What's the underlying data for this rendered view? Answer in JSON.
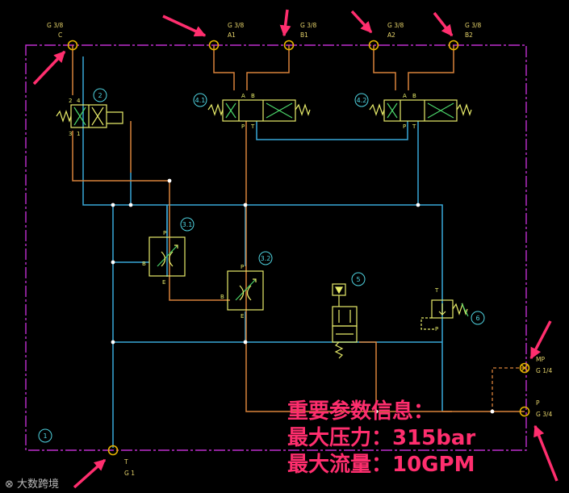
{
  "ports": {
    "c": {
      "size": "G 3/8",
      "name": "C"
    },
    "a1": {
      "size": "G 3/8",
      "name": "A1"
    },
    "b1": {
      "size": "G 3/8",
      "name": "B1"
    },
    "a2": {
      "size": "G 3/8",
      "name": "A2"
    },
    "b2": {
      "size": "G 3/8",
      "name": "B2"
    },
    "mp": {
      "name": "MP",
      "size": "G 1/4"
    },
    "p": {
      "name": "P",
      "size": "G 3/4"
    },
    "t": {
      "name": "T",
      "size": "G 1"
    }
  },
  "components": {
    "c1": "1",
    "c2": "2",
    "c31": "3.1",
    "c32": "3.2",
    "c41": "4.1",
    "c42": "4.2",
    "c5": "5",
    "c6": "6"
  },
  "valve_ports": {
    "v2": {
      "p2": "2",
      "p4": "4",
      "p3": "3",
      "p1": "1"
    },
    "v41": {
      "a": "A",
      "b": "B",
      "p": "P",
      "t": "T"
    },
    "v42": {
      "a": "A",
      "b": "B",
      "p": "P",
      "t": "T"
    },
    "v31": {
      "p": "P",
      "b": "B",
      "e": "E"
    },
    "v32": {
      "p": "P",
      "b": "B",
      "e": "E"
    },
    "v6": {
      "t": "T",
      "p": "P"
    }
  },
  "note": {
    "line1": "重要参数信息：",
    "line2": "最大压力：315bar",
    "line3": "最大流量：10GPM"
  },
  "watermark": "大数跨境",
  "colors": {
    "frame": "#c02fd0",
    "pressure": "#d9823a",
    "tank": "#39a7d8",
    "component": "#e8ec6a",
    "arrow": "#ff2e6e",
    "note": "#ff2e6e"
  }
}
